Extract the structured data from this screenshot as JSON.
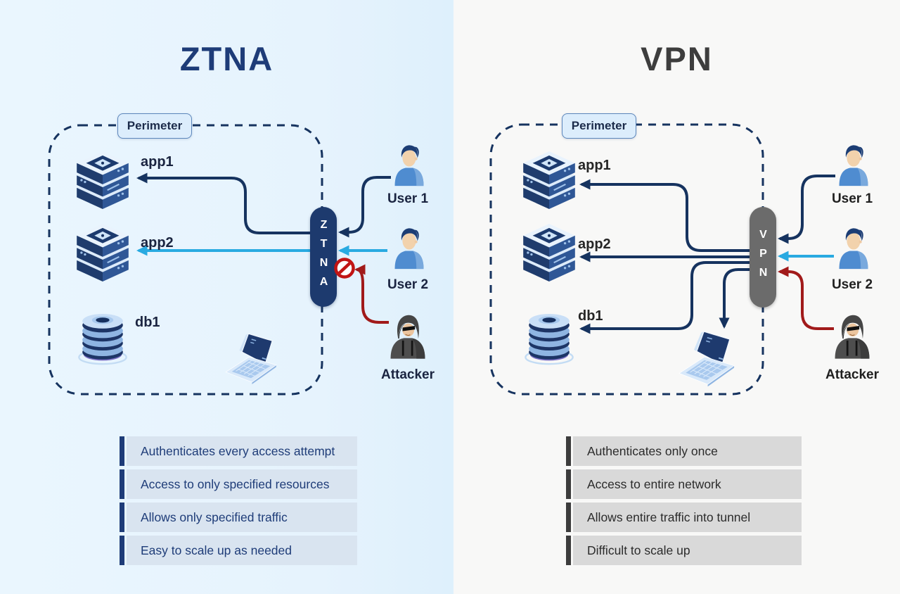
{
  "colors": {
    "navy_arrow": "#16335f",
    "blue_arrow": "#29aae1",
    "red_arrow": "#a11a1a",
    "ztna_accent": "#1d3a6e",
    "vpn_accent": "#6b6b6b",
    "left_bg": "#e6f3fd",
    "right_bg": "#f8f8f7"
  },
  "panels": {
    "ztna": {
      "title": "ZTNA",
      "perimeter_label": "Perimeter",
      "gateway_label": "ZTNA",
      "resources": {
        "app1": "app1",
        "app2": "app2",
        "db1": "db1"
      },
      "actors": {
        "user1": "User 1",
        "user2": "User 2",
        "attacker": "Attacker"
      },
      "features": [
        "Authenticates every access attempt",
        "Access to only specified resources",
        "Allows only specified traffic",
        "Easy to scale up as needed"
      ]
    },
    "vpn": {
      "title": "VPN",
      "perimeter_label": "Perimeter",
      "gateway_label": "VPN",
      "resources": {
        "app1": "app1",
        "app2": "app2",
        "db1": "db1"
      },
      "actors": {
        "user1": "User 1",
        "user2": "User 2",
        "attacker": "Attacker"
      },
      "features": [
        "Authenticates only once",
        "Access to entire network",
        "Allows entire traffic into tunnel",
        "Difficult to scale up"
      ]
    }
  }
}
